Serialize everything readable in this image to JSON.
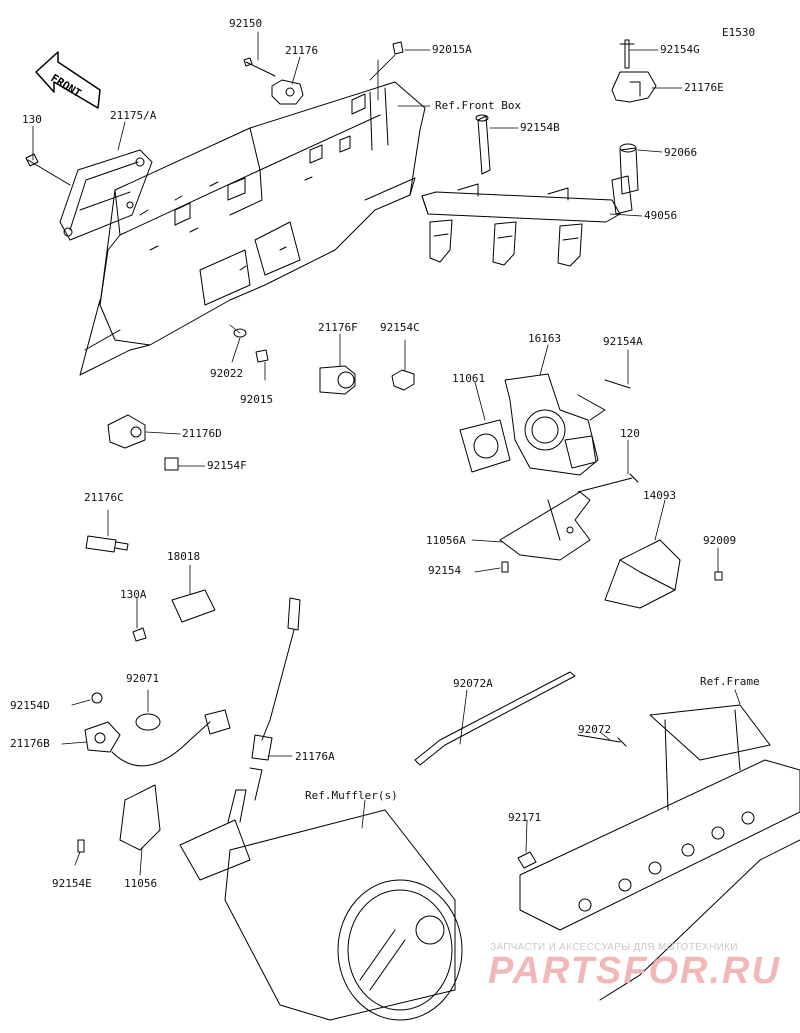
{
  "diagram_code": "E1530",
  "front_badge": "FRONT",
  "ref_labels": {
    "front_box": "Ref.Front Box",
    "frame": "Ref.Frame",
    "muffler": "Ref.Muffler(s)"
  },
  "part_labels": {
    "p92150": "92150",
    "p21176": "21176",
    "p92015A": "92015A",
    "p92154G": "92154G",
    "p21176E": "21176E",
    "p130": "130",
    "p21175A": "21175/A",
    "p92154B": "92154B",
    "p92066": "92066",
    "p49056": "49056",
    "p92022": "92022",
    "p92015": "92015",
    "p21176F": "21176F",
    "p92154C": "92154C",
    "p16163": "16163",
    "p92154A": "92154A",
    "p11061": "11061",
    "p21176D": "21176D",
    "p92154F": "92154F",
    "p120": "120",
    "p14093": "14093",
    "p21176C": "21176C",
    "p11056A": "11056A",
    "p92009": "92009",
    "p92154": "92154",
    "p18018": "18018",
    "p130A": "130A",
    "p92071": "92071",
    "p92154D": "92154D",
    "p21176B": "21176B",
    "p92072A": "92072A",
    "p92072": "92072",
    "p21176A": "21176A",
    "p92171": "92171",
    "p92154E": "92154E",
    "p11056": "11056"
  },
  "watermark": {
    "caption": "ЗАПЧАСТИ И АКСЕССУАРЫ ДЛЯ МОТОТЕХНИКИ",
    "brand": "PARTSFOR.RU"
  }
}
